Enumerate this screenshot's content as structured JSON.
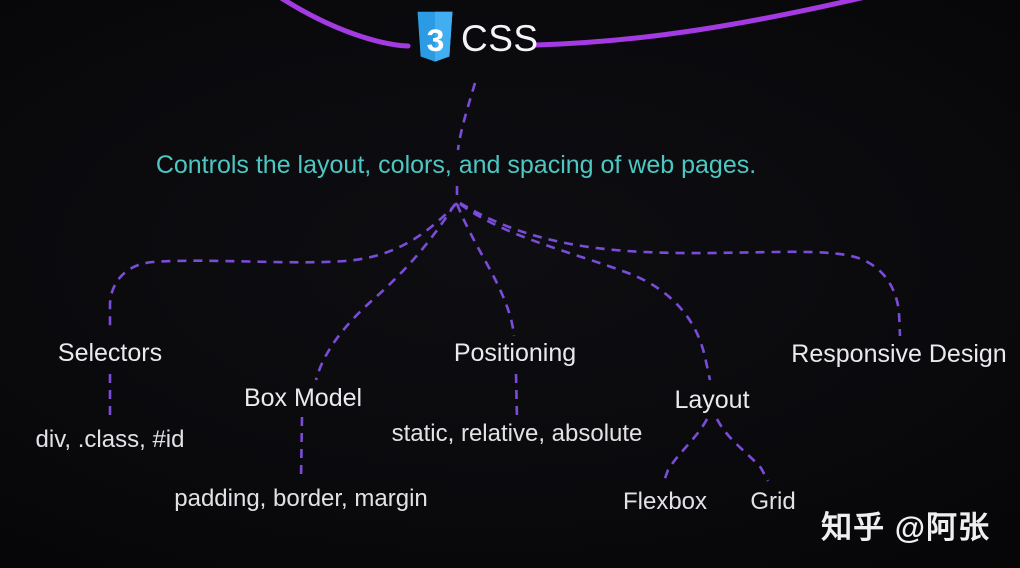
{
  "root": {
    "title": "CSS",
    "logo_icon": "css3-shield",
    "logo_number": "3"
  },
  "subtitle": "Controls the layout, colors, and spacing of web pages.",
  "branches": [
    {
      "label": "Selectors",
      "detail": "div, .class, #id"
    },
    {
      "label": "Box Model",
      "detail": "padding, border, margin"
    },
    {
      "label": "Positioning",
      "detail": "static, relative, absolute"
    },
    {
      "label": "Layout",
      "children": [
        "Flexbox",
        "Grid"
      ]
    },
    {
      "label": "Responsive Design"
    }
  ],
  "watermark": "知乎 @阿张",
  "colors": {
    "background": "#0b0b0e",
    "root_curve": "#a43ae2",
    "branch_dash": "#7a4cd8",
    "subtitle_text": "#4ec7c3",
    "label_text": "#eaeaee",
    "logo_blue_left": "#2b9be4",
    "logo_blue_right": "#41aef2"
  }
}
